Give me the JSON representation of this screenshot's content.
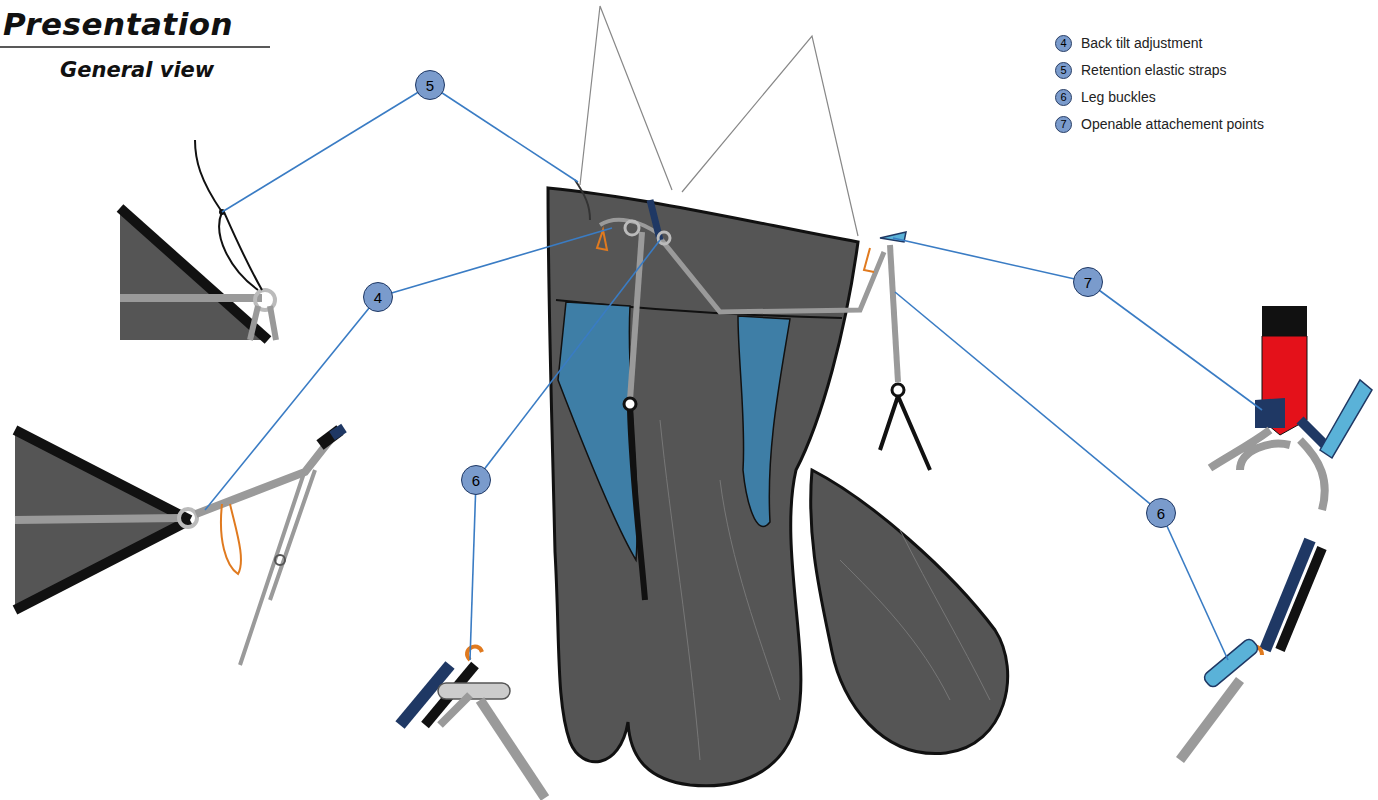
{
  "diagram": {
    "title": "Presentation",
    "nodes": [
      {
        "text": [
          "5"
        ]
      },
      {
        "text": [
          "7"
        ]
      },
      {
        "text": [
          "4"
        ]
      },
      {
        "text": [
          "6"
        ]
      },
      {
        "text": [
          "6"
        ]
      }
    ],
    "labels": [
      "General view",
      "4",
      "5",
      "6",
      "7"
    ],
    "legend": [
      {
        "text": "Back tilt adjustment"
      },
      {
        "text": "Retention elastic straps"
      },
      {
        "text": "Leg buckles"
      },
      {
        "text": "Openable attachement points"
      }
    ]
  }
}
